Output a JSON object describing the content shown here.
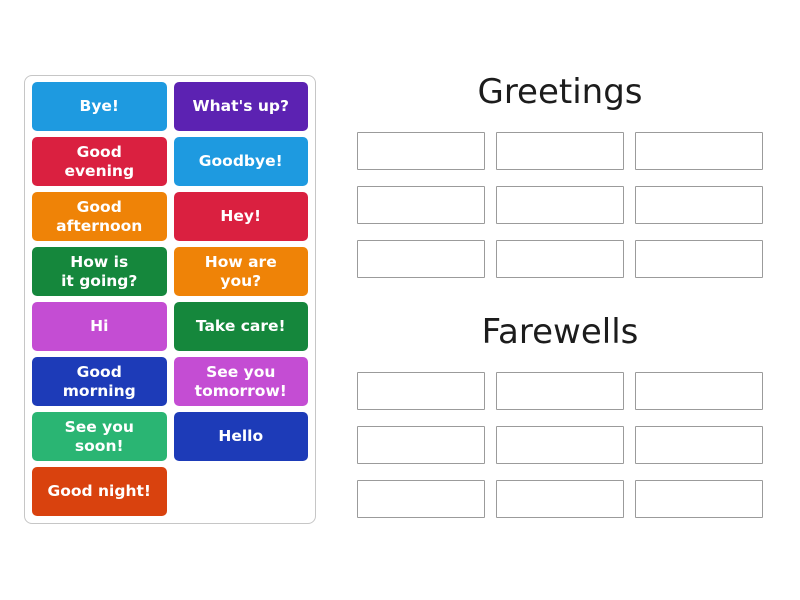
{
  "page": {
    "background": "#ffffff",
    "game_type": "group-sort"
  },
  "tile_panel": {
    "tiles": [
      {
        "label": "Bye!",
        "color": "#1e9ae0"
      },
      {
        "label": "What's up?",
        "color": "#5c22b2"
      },
      {
        "label": "Good\nevening",
        "color": "#da2040"
      },
      {
        "label": "Goodbye!",
        "color": "#1e9ae0"
      },
      {
        "label": "Good\nafternoon",
        "color": "#ef8307"
      },
      {
        "label": "Hey!",
        "color": "#da2040"
      },
      {
        "label": "How is\nit going?",
        "color": "#15873c"
      },
      {
        "label": "How are\nyou?",
        "color": "#ef8307"
      },
      {
        "label": "Hi",
        "color": "#c44dd3"
      },
      {
        "label": "Take care!",
        "color": "#15873c"
      },
      {
        "label": "Good\nmorning",
        "color": "#1d3bb8"
      },
      {
        "label": "See you\ntomorrow!",
        "color": "#c44dd3"
      },
      {
        "label": "See you\nsoon!",
        "color": "#2ab573"
      },
      {
        "label": "Hello",
        "color": "#1d3bb8"
      },
      {
        "label": "Good night!",
        "color": "#d9420e"
      }
    ]
  },
  "groups": [
    {
      "title": "Greetings",
      "slot_count": 9,
      "columns": 3
    },
    {
      "title": "Farewells",
      "slot_count": 9,
      "columns": 3
    }
  ],
  "colors": {
    "panel_border": "#c6c6c6",
    "slot_border": "#9b9b9b",
    "title_text": "#1c1c1c",
    "tile_text": "#ffffff"
  }
}
